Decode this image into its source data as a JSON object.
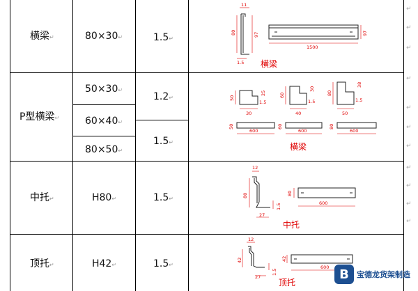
{
  "rows": [
    {
      "name": "横梁",
      "size": "80×30",
      "thickness": "1.5",
      "label": "横梁",
      "dims": {
        "top": "11",
        "h1": "80",
        "h2": "97",
        "t": "1.5",
        "len": "1500",
        "side": "97"
      }
    },
    {
      "name": "P型横梁",
      "sizes": [
        "50×30",
        "60×40",
        "80×50"
      ],
      "thicknesses": [
        "1.2",
        "1.5"
      ],
      "label": "横梁",
      "profiles": [
        {
          "h": "50",
          "w": "30",
          "n": "25",
          "t": "1.5"
        },
        {
          "h": "60",
          "w": "40",
          "n": "30",
          "t": "1.5"
        },
        {
          "h": "80",
          "w": "50",
          "n": "38",
          "t": "1.5"
        }
      ],
      "lengths": [
        "600",
        "600",
        "600"
      ],
      "heights": [
        "50",
        "60",
        "80"
      ]
    },
    {
      "name": "中托",
      "size": "H80",
      "thickness": "1.5",
      "label": "中托",
      "dims": {
        "top": "12",
        "h": "80",
        "t": "1.5",
        "base": "27",
        "len": "600",
        "side": "80"
      }
    },
    {
      "name": "顶托",
      "size": "H42",
      "thickness": "1.5",
      "label": "顶托",
      "dims": {
        "top": "12",
        "h": "42",
        "t": "1.5",
        "base": "27",
        "len": "600",
        "side": "42"
      }
    }
  ],
  "para_mark": "↵",
  "logo": {
    "text": "宝德龙货架制造",
    "mark": "B"
  }
}
